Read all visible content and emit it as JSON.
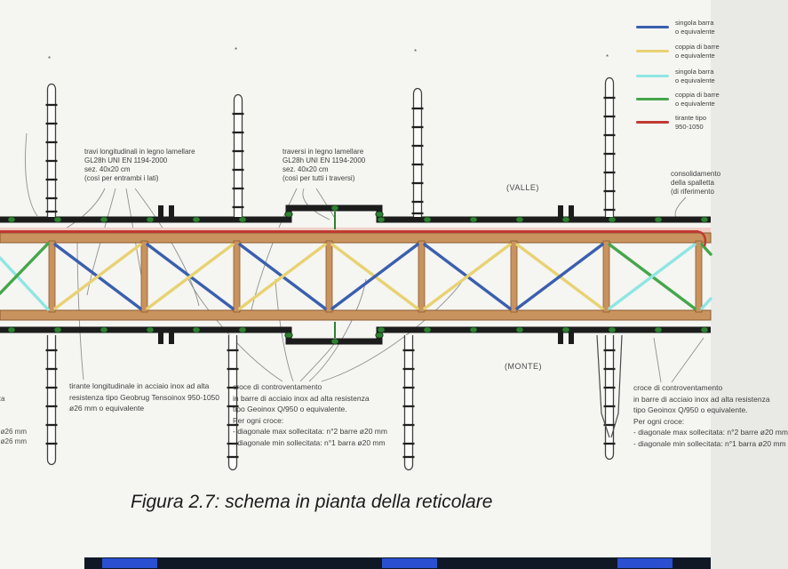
{
  "caption": "Figura 2.7: schema in pianta della reticolare",
  "legend": {
    "items": [
      {
        "color": "#3a5fae",
        "line1": "singola barra",
        "line2": "o equivalente"
      },
      {
        "color": "#e8d272",
        "line1": "coppia di barre",
        "line2": "o equivalente"
      },
      {
        "color": "#8fe6e2",
        "line1": "singola barra",
        "line2": "o equivalente"
      },
      {
        "color": "#45a64a",
        "line1": "coppia di barre",
        "line2": "o equivalente"
      },
      {
        "color": "#bf3a32",
        "line1": "tirante tipo",
        "line2": "950-1050"
      }
    ]
  },
  "annotations": {
    "left_beam": {
      "lines": [
        "travi longitudinali in legno lamellare",
        "GL28h UNI EN 1194-2000",
        "sez. 40x20 cm",
        "(così per entrambi i lati)"
      ]
    },
    "traversi": {
      "lines": [
        "traversi in legno lamellare",
        "GL28h UNI EN 1194-2000",
        "sez. 40x20 cm",
        "(così per tutti i traversi)"
      ]
    },
    "valle": "(VALLE)",
    "monte": "(MONTE)",
    "consolidamento": {
      "lines": [
        "consolidamento",
        "della spalletta",
        "(di riferimento"
      ]
    },
    "tirante": {
      "lines": [
        "tirante longitudinale in acciaio inox ad alta",
        "resistenza tipo Geobrug Tensoinox 950-1050",
        "ø26 mm o equivalente"
      ]
    },
    "edge_fragments": {
      "lines": [
        "za",
        "ø26 mm",
        "ø26 mm"
      ]
    },
    "croce_mid": {
      "lines": [
        "croce di controventamento",
        "in barre di acciaio inox ad alta resistenza",
        "tipo Geoinox Q/950 o equivalente.",
        "Per ogni croce:",
        "- diagonale max sollecitata: n°2 barre ø20 mm",
        "- diagonale min sollecitata: n°1 barra ø20 mm"
      ]
    },
    "pile_marks": [
      "*",
      "*",
      "*",
      "*"
    ]
  },
  "colors": {
    "diagonal_blue": "#3a5fae",
    "diagonal_yellow": "#e8d272",
    "diagonal_cyan": "#8fe6e2",
    "diagonal_green": "#45a64a",
    "tirante_red": "#bf3a32",
    "chord_brown": "#c9935f",
    "rail_black": "#1c1c1c",
    "node_green": "#2f8032"
  }
}
